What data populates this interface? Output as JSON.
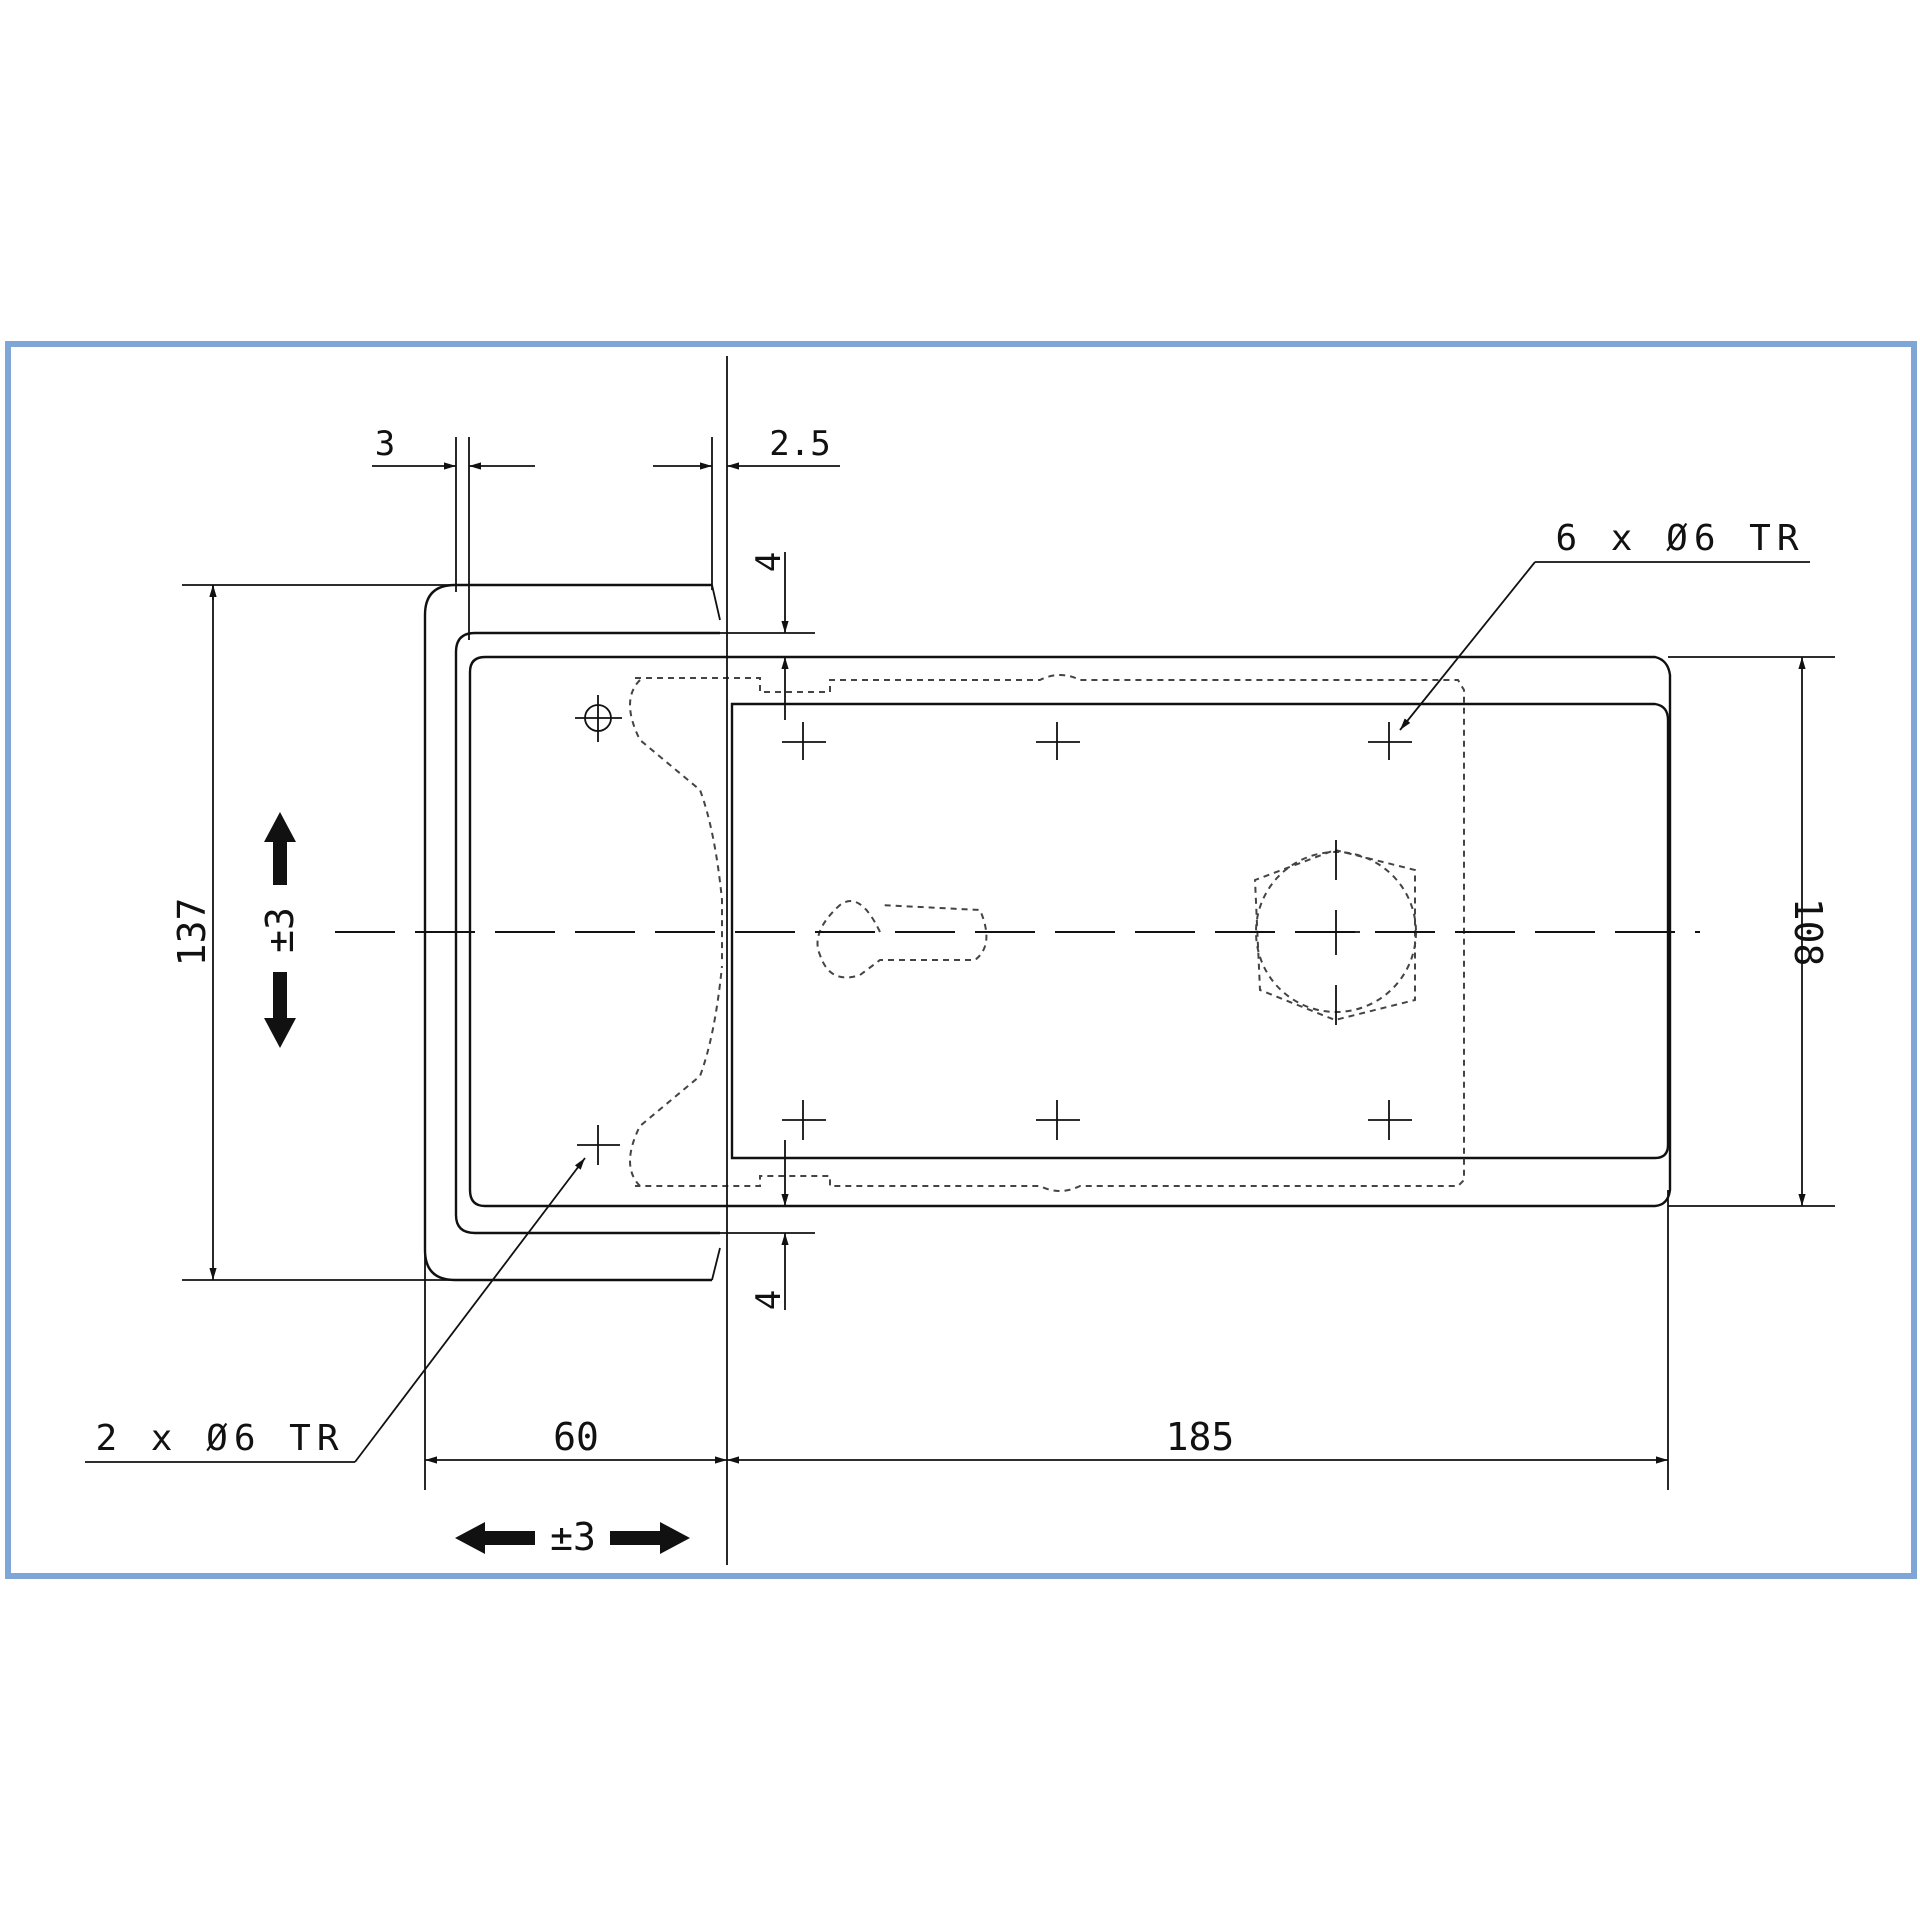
{
  "colors": {
    "frame_border": "#7ea6d6",
    "line": "#111111",
    "background": "#ffffff"
  },
  "dimensions": {
    "wall_thickness": "3",
    "gap": "2.5",
    "offset_top": "4",
    "offset_bottom": "4",
    "outer_height": "137",
    "inner_height": "108",
    "left_length": "60",
    "right_length": "185"
  },
  "tolerances": {
    "vertical": "±3",
    "horizontal": "±3"
  },
  "callouts": {
    "holes_six": "6 x Ø6 TR",
    "holes_two": "2 x Ø6 TR"
  }
}
